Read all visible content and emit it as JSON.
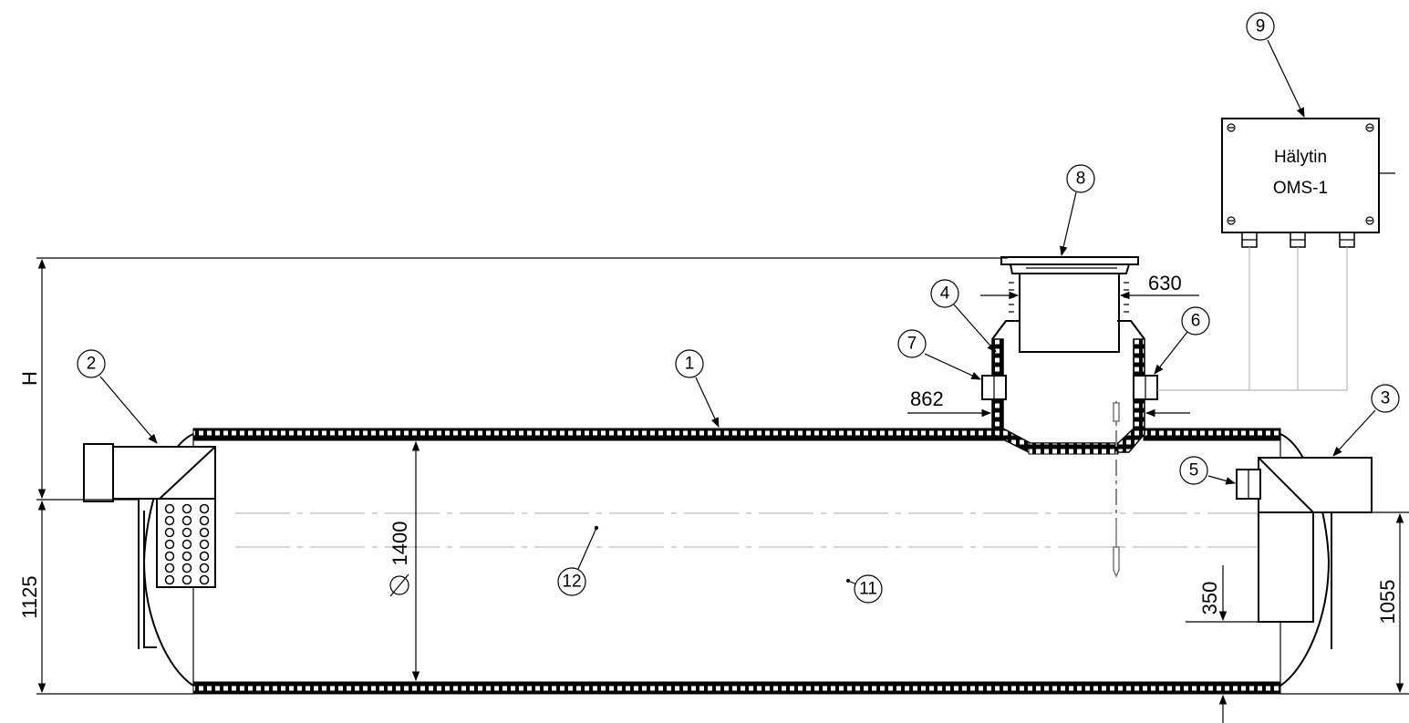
{
  "dimensions": {
    "height_label": "H",
    "d1125": "1125",
    "d1400": "1400",
    "d1055": "1055",
    "d350": "350",
    "d862": "862",
    "d630": "630"
  },
  "callouts": [
    "1",
    "2",
    "3",
    "4",
    "5",
    "6",
    "7",
    "8",
    "9",
    "11",
    "12"
  ],
  "alarm": {
    "line1": "Hälytin",
    "line2": "OMS-1"
  }
}
